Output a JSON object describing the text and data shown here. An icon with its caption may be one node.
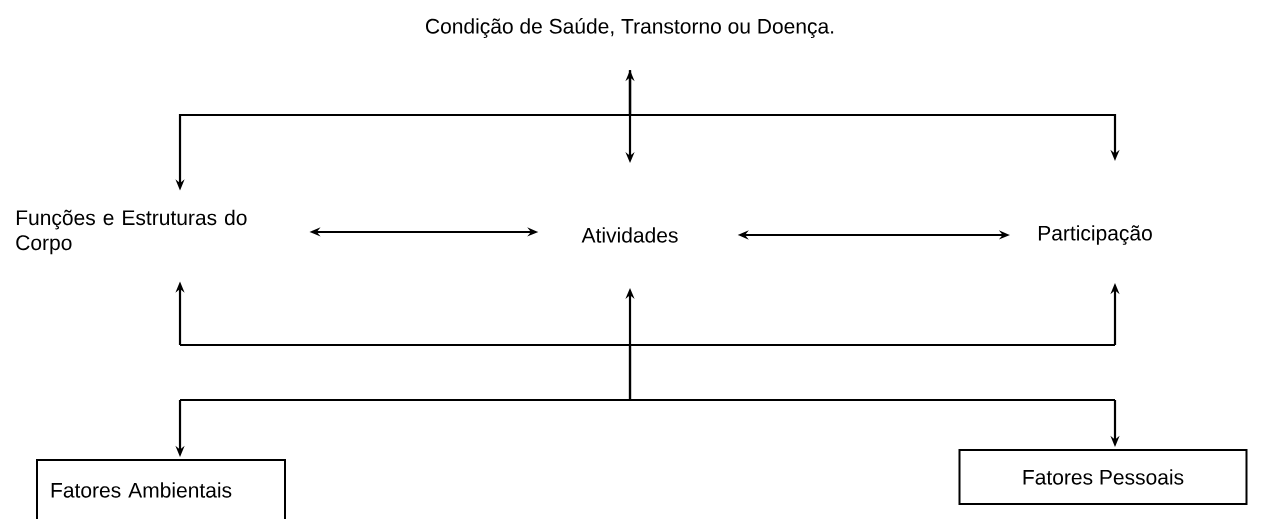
{
  "diagram": {
    "nodes": [
      {
        "text": [
          "Condição de Saúde, Transtorno ou Doença."
        ]
      },
      {
        "text": [
          "Funções e Estruturas do Corpo"
        ]
      },
      {
        "text": [
          "Atividades"
        ]
      },
      {
        "text": [
          "Participação"
        ]
      },
      {
        "text": [
          "Fatores Ambientais"
        ]
      },
      {
        "text": [
          "Fatores Pessoais"
        ]
      }
    ],
    "edges": [
      {
        "from": 0,
        "to": 1,
        "arrow": "to"
      },
      {
        "from": 0,
        "to": 2,
        "arrow": "both"
      },
      {
        "from": 0,
        "to": 3,
        "arrow": "to"
      },
      {
        "from": 1,
        "to": 2,
        "arrow": "both"
      },
      {
        "from": 2,
        "to": 3,
        "arrow": "both"
      },
      {
        "from": 4,
        "to": 1,
        "arrow": "both"
      },
      {
        "from": 4,
        "to": 2,
        "arrow": "both"
      },
      {
        "from": 4,
        "to": 3,
        "arrow": "both"
      },
      {
        "from": 5,
        "to": 1,
        "arrow": "both"
      },
      {
        "from": 5,
        "to": 2,
        "arrow": "both"
      },
      {
        "from": 5,
        "to": 3,
        "arrow": "both"
      }
    ]
  }
}
